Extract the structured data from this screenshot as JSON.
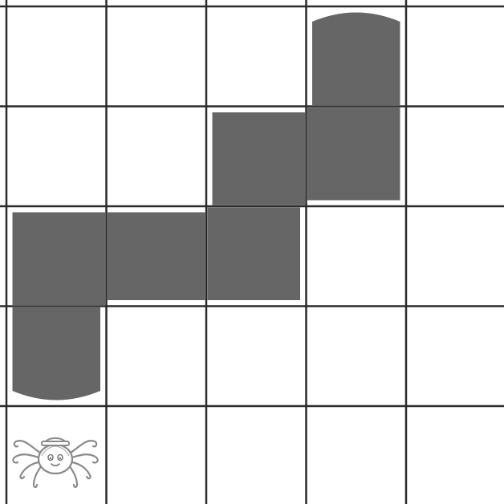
{
  "board": {
    "rows": 5,
    "cols": 5,
    "background": "#ffffff",
    "grid_color": "#2b2b2b",
    "path_color": "#666666",
    "path_outline_color": "#ffffff"
  },
  "path": {
    "cells": [
      {
        "row": 0,
        "col": 3
      },
      {
        "row": 1,
        "col": 3
      },
      {
        "row": 1,
        "col": 2
      },
      {
        "row": 2,
        "col": 2
      },
      {
        "row": 2,
        "col": 1
      },
      {
        "row": 2,
        "col": 0
      },
      {
        "row": 3,
        "col": 0
      }
    ],
    "rounded_start": true,
    "rounded_end": true
  },
  "character": {
    "name": "spider",
    "icon": "spider-icon",
    "row": 4,
    "col": 0
  }
}
